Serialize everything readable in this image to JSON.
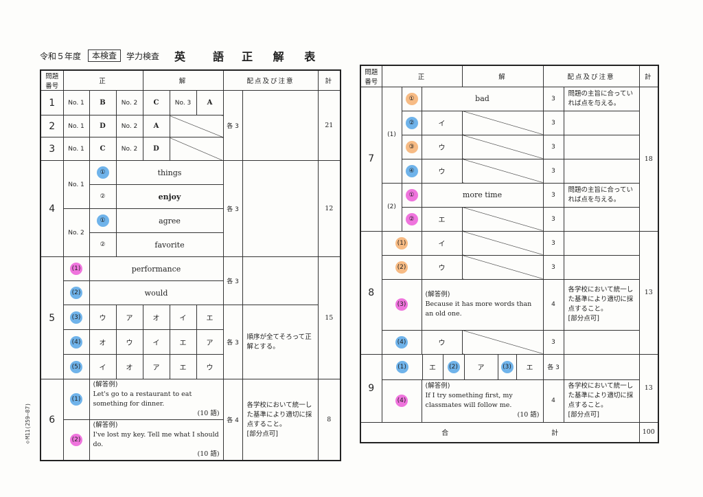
{
  "header": {
    "year": "令和５年度",
    "kensa": "本検査",
    "subject_type": "学力検査",
    "subject": "英　語",
    "title": "正 解 表"
  },
  "side_code": "◇M11(259—87)",
  "col_headers": {
    "qnum": "問題番号",
    "answer_l": "正",
    "answer_r": "解",
    "points": "配点及び注意",
    "total": "計"
  },
  "q1": {
    "num": "1",
    "a": [
      "No. 1",
      "B",
      "No. 2",
      "C",
      "No. 3",
      "A"
    ],
    "total": "21"
  },
  "q2": {
    "num": "2",
    "a": [
      "No. 1",
      "D",
      "No. 2",
      "A"
    ]
  },
  "q3": {
    "num": "3",
    "a": [
      "No. 1",
      "C",
      "No. 2",
      "D"
    ]
  },
  "pts_each3": "各 3",
  "q4": {
    "num": "4",
    "no1": "No. 1",
    "no2": "No. 2",
    "m1": "①",
    "m2": "②",
    "a": [
      "things",
      "enjoy",
      "agree",
      "favorite"
    ],
    "total": "12"
  },
  "q5": {
    "num": "5",
    "marks": [
      "(1)",
      "(2)",
      "(3)",
      "(4)",
      "(5)"
    ],
    "a1": "performance",
    "a2": "would",
    "r3": [
      "ウ",
      "ア",
      "オ",
      "イ",
      "エ"
    ],
    "r4": [
      "オ",
      "ウ",
      "イ",
      "エ",
      "ア"
    ],
    "r5": [
      "イ",
      "オ",
      "ア",
      "エ",
      "ウ"
    ],
    "note": "順序が全てそろって正解とする。",
    "total": "15"
  },
  "q6": {
    "num": "6",
    "m1": "(1)",
    "m2": "(2)",
    "ex_label": "(解答例)",
    "a1": "Let's go to a restaurant to eat something for dinner.",
    "w1": "(10 語)",
    "a2": "I've lost my key. Tell me what I should do.",
    "w2": "(10 語)",
    "pts": "各 4",
    "note": "各学校において統一した基準により適切に採点すること。",
    "partial": "[部分点可]",
    "total": "8"
  },
  "q7": {
    "num": "7",
    "p1": "(1)",
    "p2": "(2)",
    "m": [
      "①",
      "②",
      "③",
      "④",
      "①",
      "②"
    ],
    "a": [
      "bad",
      "イ",
      "ウ",
      "ウ",
      "more time",
      "エ"
    ],
    "pts": [
      "3",
      "3",
      "3",
      "3",
      "3",
      "3"
    ],
    "note": "問題の主旨に合っていれば点を与える。",
    "total": "18"
  },
  "q8": {
    "num": "8",
    "m": [
      "(1)",
      "(2)",
      "(3)",
      "(4)"
    ],
    "a1": "イ",
    "a2": "ウ",
    "ex_label": "(解答例)",
    "a3": "Because it has more words than an old one.",
    "a4": "ウ",
    "pts": [
      "3",
      "3",
      "4",
      "3"
    ],
    "note": "各学校において統一した基準により適切に採点すること。",
    "partial": "[部分点可]",
    "total": "13"
  },
  "q9": {
    "num": "9",
    "m": [
      "(1)",
      "(2)",
      "(3)",
      "(4)"
    ],
    "a": [
      "エ",
      "ア",
      "エ"
    ],
    "pts1": "各 3",
    "ex_label": "(解答例)",
    "a4": "If I try something first, my classmates will follow me.",
    "w4": "(10 語)",
    "pts4": "4",
    "note": "各学校において統一した基準により適切に採点すること。",
    "partial": "[部分点可]",
    "total": "13"
  },
  "sum": {
    "label_l": "合",
    "label_r": "計",
    "total": "100"
  }
}
